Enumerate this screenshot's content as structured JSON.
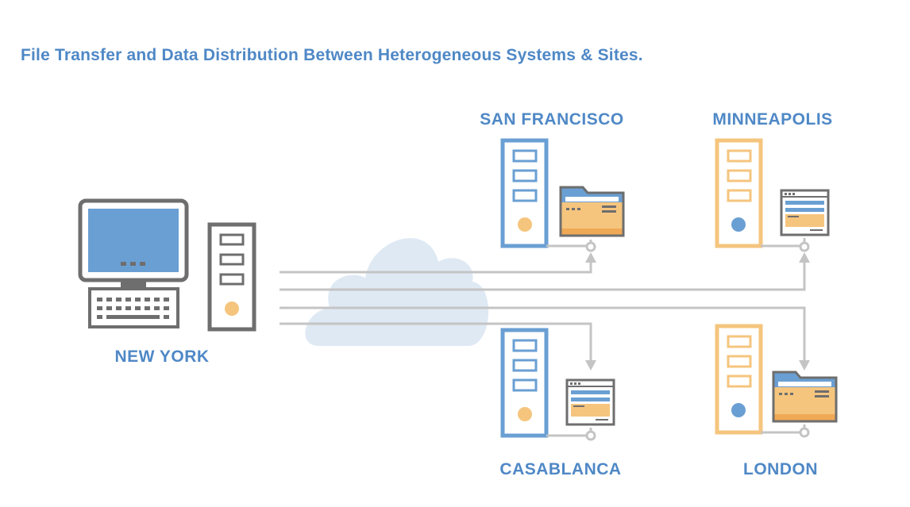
{
  "title": "File Transfer and Data Distribution Between Heterogeneous Systems & Sites.",
  "colors": {
    "blue": "#6a9fd3",
    "orange": "#f5c57e",
    "gray": "#6e6e6e",
    "line": "#c4c4c4",
    "cloud": "#dfe9f4",
    "text_blue": "#4f88c6"
  },
  "sites": {
    "new_york": "NEW YORK",
    "san_francisco": "SAN FRANCISCO",
    "minneapolis": "MINNEAPOLIS",
    "casablanca": "CASABLANCA",
    "london": "LONDON"
  },
  "icons": {
    "workstation": "desktop-computer-icon",
    "tower": "server-tower-icon",
    "folder": "folder-icon",
    "window": "document-window-icon",
    "cloud": "cloud-icon"
  }
}
